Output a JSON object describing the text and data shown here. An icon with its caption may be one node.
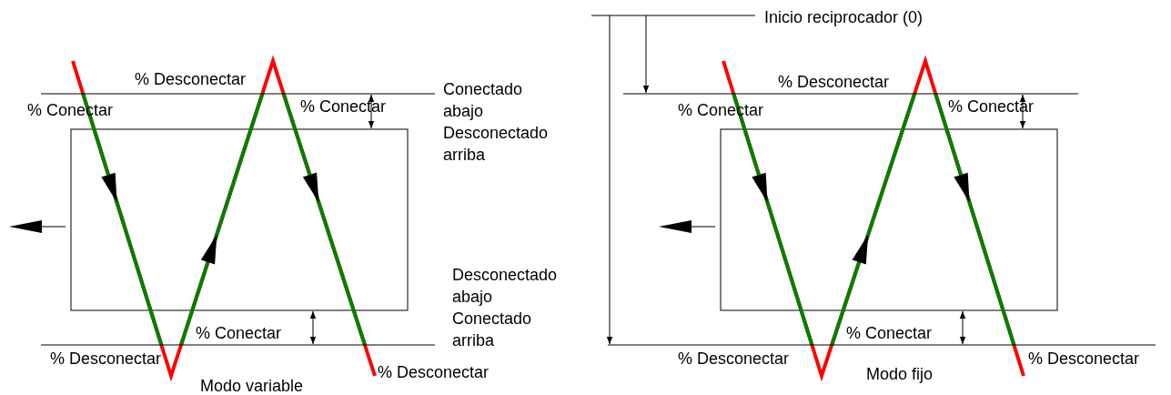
{
  "diagram": {
    "labels": [
      "Inicio reciprocador (0)",
      "% Desconectar",
      "Conectado abajo Desconectado arriba",
      "% Conectar",
      "% Conectar",
      "% Conectar",
      "Desconectado abajo Conectado arriba",
      "% Desconectar",
      "% Desconectar",
      "Modo variable",
      "% Desconectar",
      "% Conectar",
      "% Conectar",
      "% Conectar",
      "% Desconectar",
      "% Desconectar",
      "Modo fijo"
    ]
  }
}
